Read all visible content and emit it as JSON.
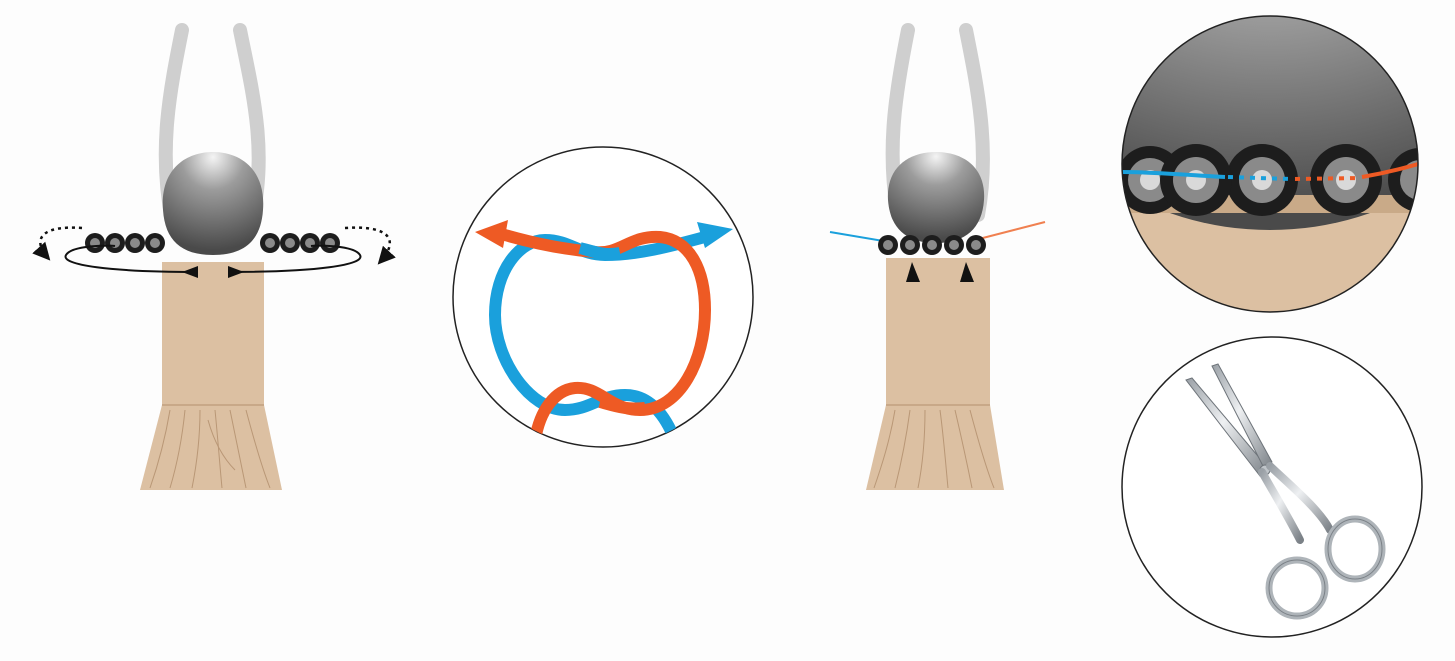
{
  "figure": {
    "panels": [
      {
        "id": "panel-1",
        "depicts": "tassel-with-bead-and-sequin-ring"
      },
      {
        "id": "panel-2",
        "depicts": "square-knot-detail"
      },
      {
        "id": "panel-3",
        "depicts": "tassel-with-knotted-ring"
      },
      {
        "id": "panel-4",
        "depicts": "knot-closeup-detail"
      },
      {
        "id": "panel-5",
        "depicts": "scissors-icon"
      }
    ],
    "colors": {
      "background": "#fdfdfd",
      "fabric": "#dcc0a2",
      "fabric_shadow": "#c9aa88",
      "bead": "#6f6f6f",
      "cord_grey": "#cfcfcf",
      "thread_blue": "#1aa0dc",
      "thread_orange": "#ee5a24",
      "sequin": "#1d1d1d",
      "arrow": "#111111"
    }
  }
}
